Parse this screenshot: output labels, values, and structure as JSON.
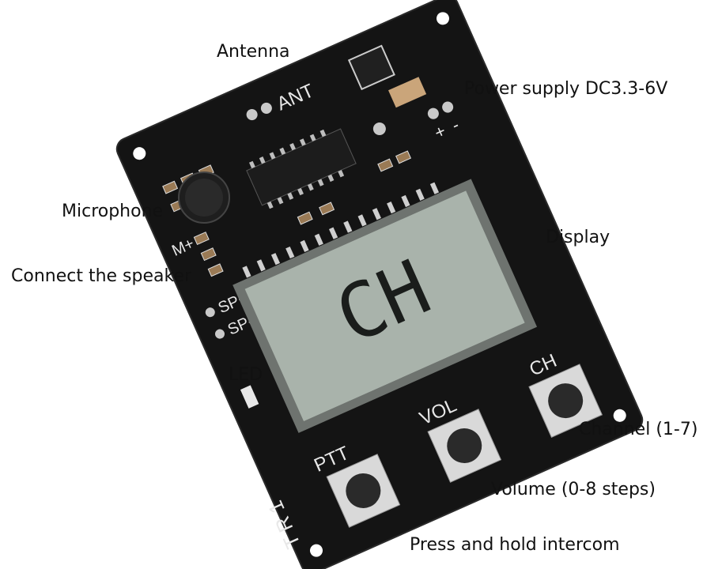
{
  "labels": {
    "antenna": "Antenna",
    "power_supply": "Power supply DC3.3-6V",
    "microphone": "Microphone",
    "display": "Display",
    "connect_speaker": "Connect the speaker",
    "led": "LED",
    "channel": "Channel (1-7)",
    "volume": "Volume (0-8 steps)",
    "press_hold": "Press and hold intercom"
  },
  "silkscreen": {
    "ant": "ANT",
    "plus": "+",
    "minus": "-",
    "mic_plus": "M+",
    "sp_plus": "SP+",
    "sp_minus": "SP-",
    "ptt": "PTT",
    "vol": "VOL",
    "ch": "CH",
    "model": "T R 1"
  },
  "lcd": {
    "text": "CH"
  },
  "colors": {
    "pcb": "#141414",
    "lcd_bg": "#a9b3ab",
    "lcd_segment": "#1a1d1b",
    "pad": "#c9c9c9",
    "button_body": "#d9d9d9",
    "button_cap": "#2a2a2a",
    "label_text": "#111111"
  }
}
